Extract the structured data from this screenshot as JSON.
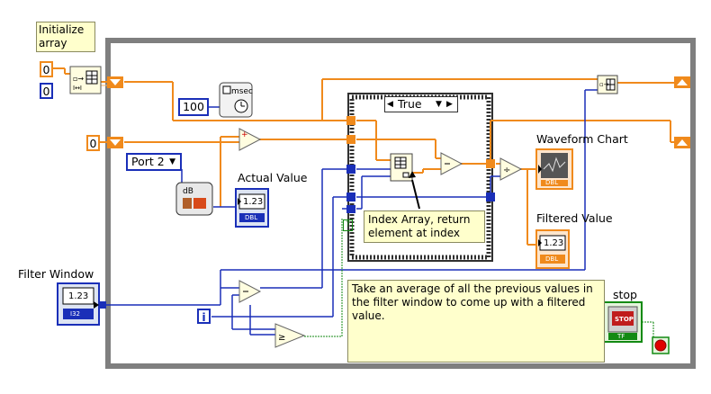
{
  "labels": {
    "init_array": [
      "Initialize",
      "array"
    ],
    "actual_value": "Actual Value",
    "waveform_chart": "Waveform Chart",
    "filtered_value": "Filtered Value",
    "filter_window": "Filter Window",
    "stop": "stop"
  },
  "constants": {
    "init_value": "0",
    "init_size": "0",
    "wait_ms": "100",
    "shift_init": "0",
    "port": "Port 2",
    "iteration": "i",
    "case_selector": "True",
    "bool_const": "?"
  },
  "indicators": {
    "actual_value": "1.23",
    "filtered_value": "1.23",
    "filter_window": "1.23",
    "i32_tag": "I32",
    "dbl_tag": "DBL",
    "tf_tag": "TF",
    "stop_button": "STOP"
  },
  "icons": {
    "msec": "msec",
    "db": "dB"
  },
  "comments": {
    "index_array": "Index Array, return element at index",
    "average": "Take an average of all the previous values in the filter window to come up with a filtered value."
  },
  "colors": {
    "loop_border": "#7f7f7f",
    "wire_orange": "#f08a1c",
    "wire_blue": "#1a2fb8",
    "wire_green": "#138a13",
    "case_border": "#303030",
    "comment_bg": "#ffffcc"
  }
}
